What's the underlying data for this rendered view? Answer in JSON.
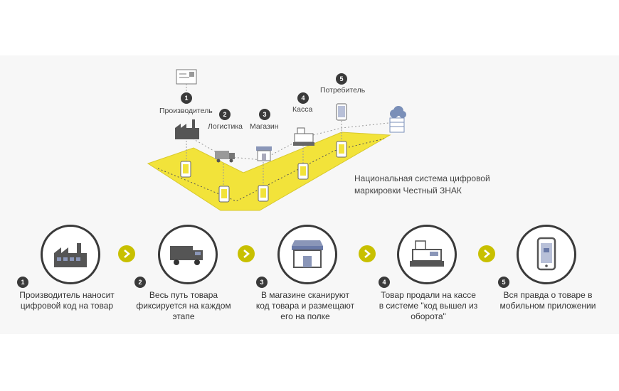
{
  "top": {
    "steps": [
      {
        "num": "1",
        "label": "Производитель"
      },
      {
        "num": "2",
        "label": "Логистика"
      },
      {
        "num": "3",
        "label": "Магазин"
      },
      {
        "num": "4",
        "label": "Касса"
      },
      {
        "num": "5",
        "label": "Потребитель"
      }
    ],
    "system_label_line1": "Национальная система цифровой",
    "system_label_line2": "маркировки Честный ЗНАК",
    "accent_color": "#f2e33a"
  },
  "bottom": {
    "steps": [
      {
        "num": "1",
        "icon": "factory-icon",
        "caption_lines": [
          "Производитель наносит",
          "цифровой код на товар"
        ]
      },
      {
        "num": "2",
        "icon": "truck-icon",
        "caption_lines": [
          "Весь путь товара",
          "фиксируется на каждом",
          "этапе"
        ]
      },
      {
        "num": "3",
        "icon": "store-icon",
        "caption_lines": [
          "В магазине сканируют",
          "код товара и размещают",
          "его на полке"
        ]
      },
      {
        "num": "4",
        "icon": "cash-register-icon",
        "caption_lines": [
          "Товар продали на кассе",
          "в системе \"код вышел из",
          "оборота\""
        ]
      },
      {
        "num": "5",
        "icon": "smartphone-icon",
        "caption_lines": [
          "Вся правда о товаре в",
          "мобильном приложении"
        ]
      }
    ],
    "arrow_color": "#c8c000"
  }
}
